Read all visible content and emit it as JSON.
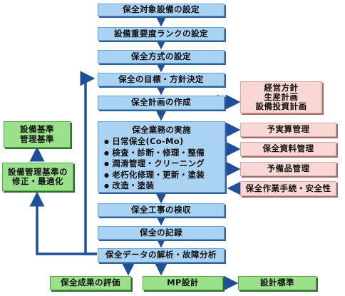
{
  "flow": {
    "step1": "保全対象設備の設定",
    "step2": "設備重要度ランクの設定",
    "step3": "保全方式の設定",
    "step4": "保全の目標・方針決定",
    "step5": "保全計画の作成",
    "main_title": "保全業務の実施",
    "main_items": [
      "日常保全(Co-Mo)",
      "検査・診断・修理・整備",
      "潤滑管理・クリーニング",
      "老朽化修理・更新・塗装",
      "改造・塗装"
    ],
    "step7": "保全工事の検収",
    "step8": "保全の記録",
    "step9": "保全データの解析・故障分析"
  },
  "right": {
    "plan_box": [
      "経営方針",
      "生産計画",
      "設備投資計画"
    ],
    "budget": "予実算管理",
    "docs": "保全資料管理",
    "spares": "予備品管理",
    "safety": "保全作業手続・安全性"
  },
  "left": {
    "standards": [
      "設備基準",
      "管理基準"
    ],
    "revision": [
      "設備管理基準の",
      "修正・最適化"
    ]
  },
  "bottom": {
    "evaluation": "保全成果の評価",
    "mp": "MP設計",
    "design_std": "設計標準"
  },
  "colors": {
    "flow_box": "#a9d2f3",
    "flow_arrow": "#1f4e9a",
    "green_box": "#9be08b",
    "pink_box": "#f8d7d4"
  }
}
